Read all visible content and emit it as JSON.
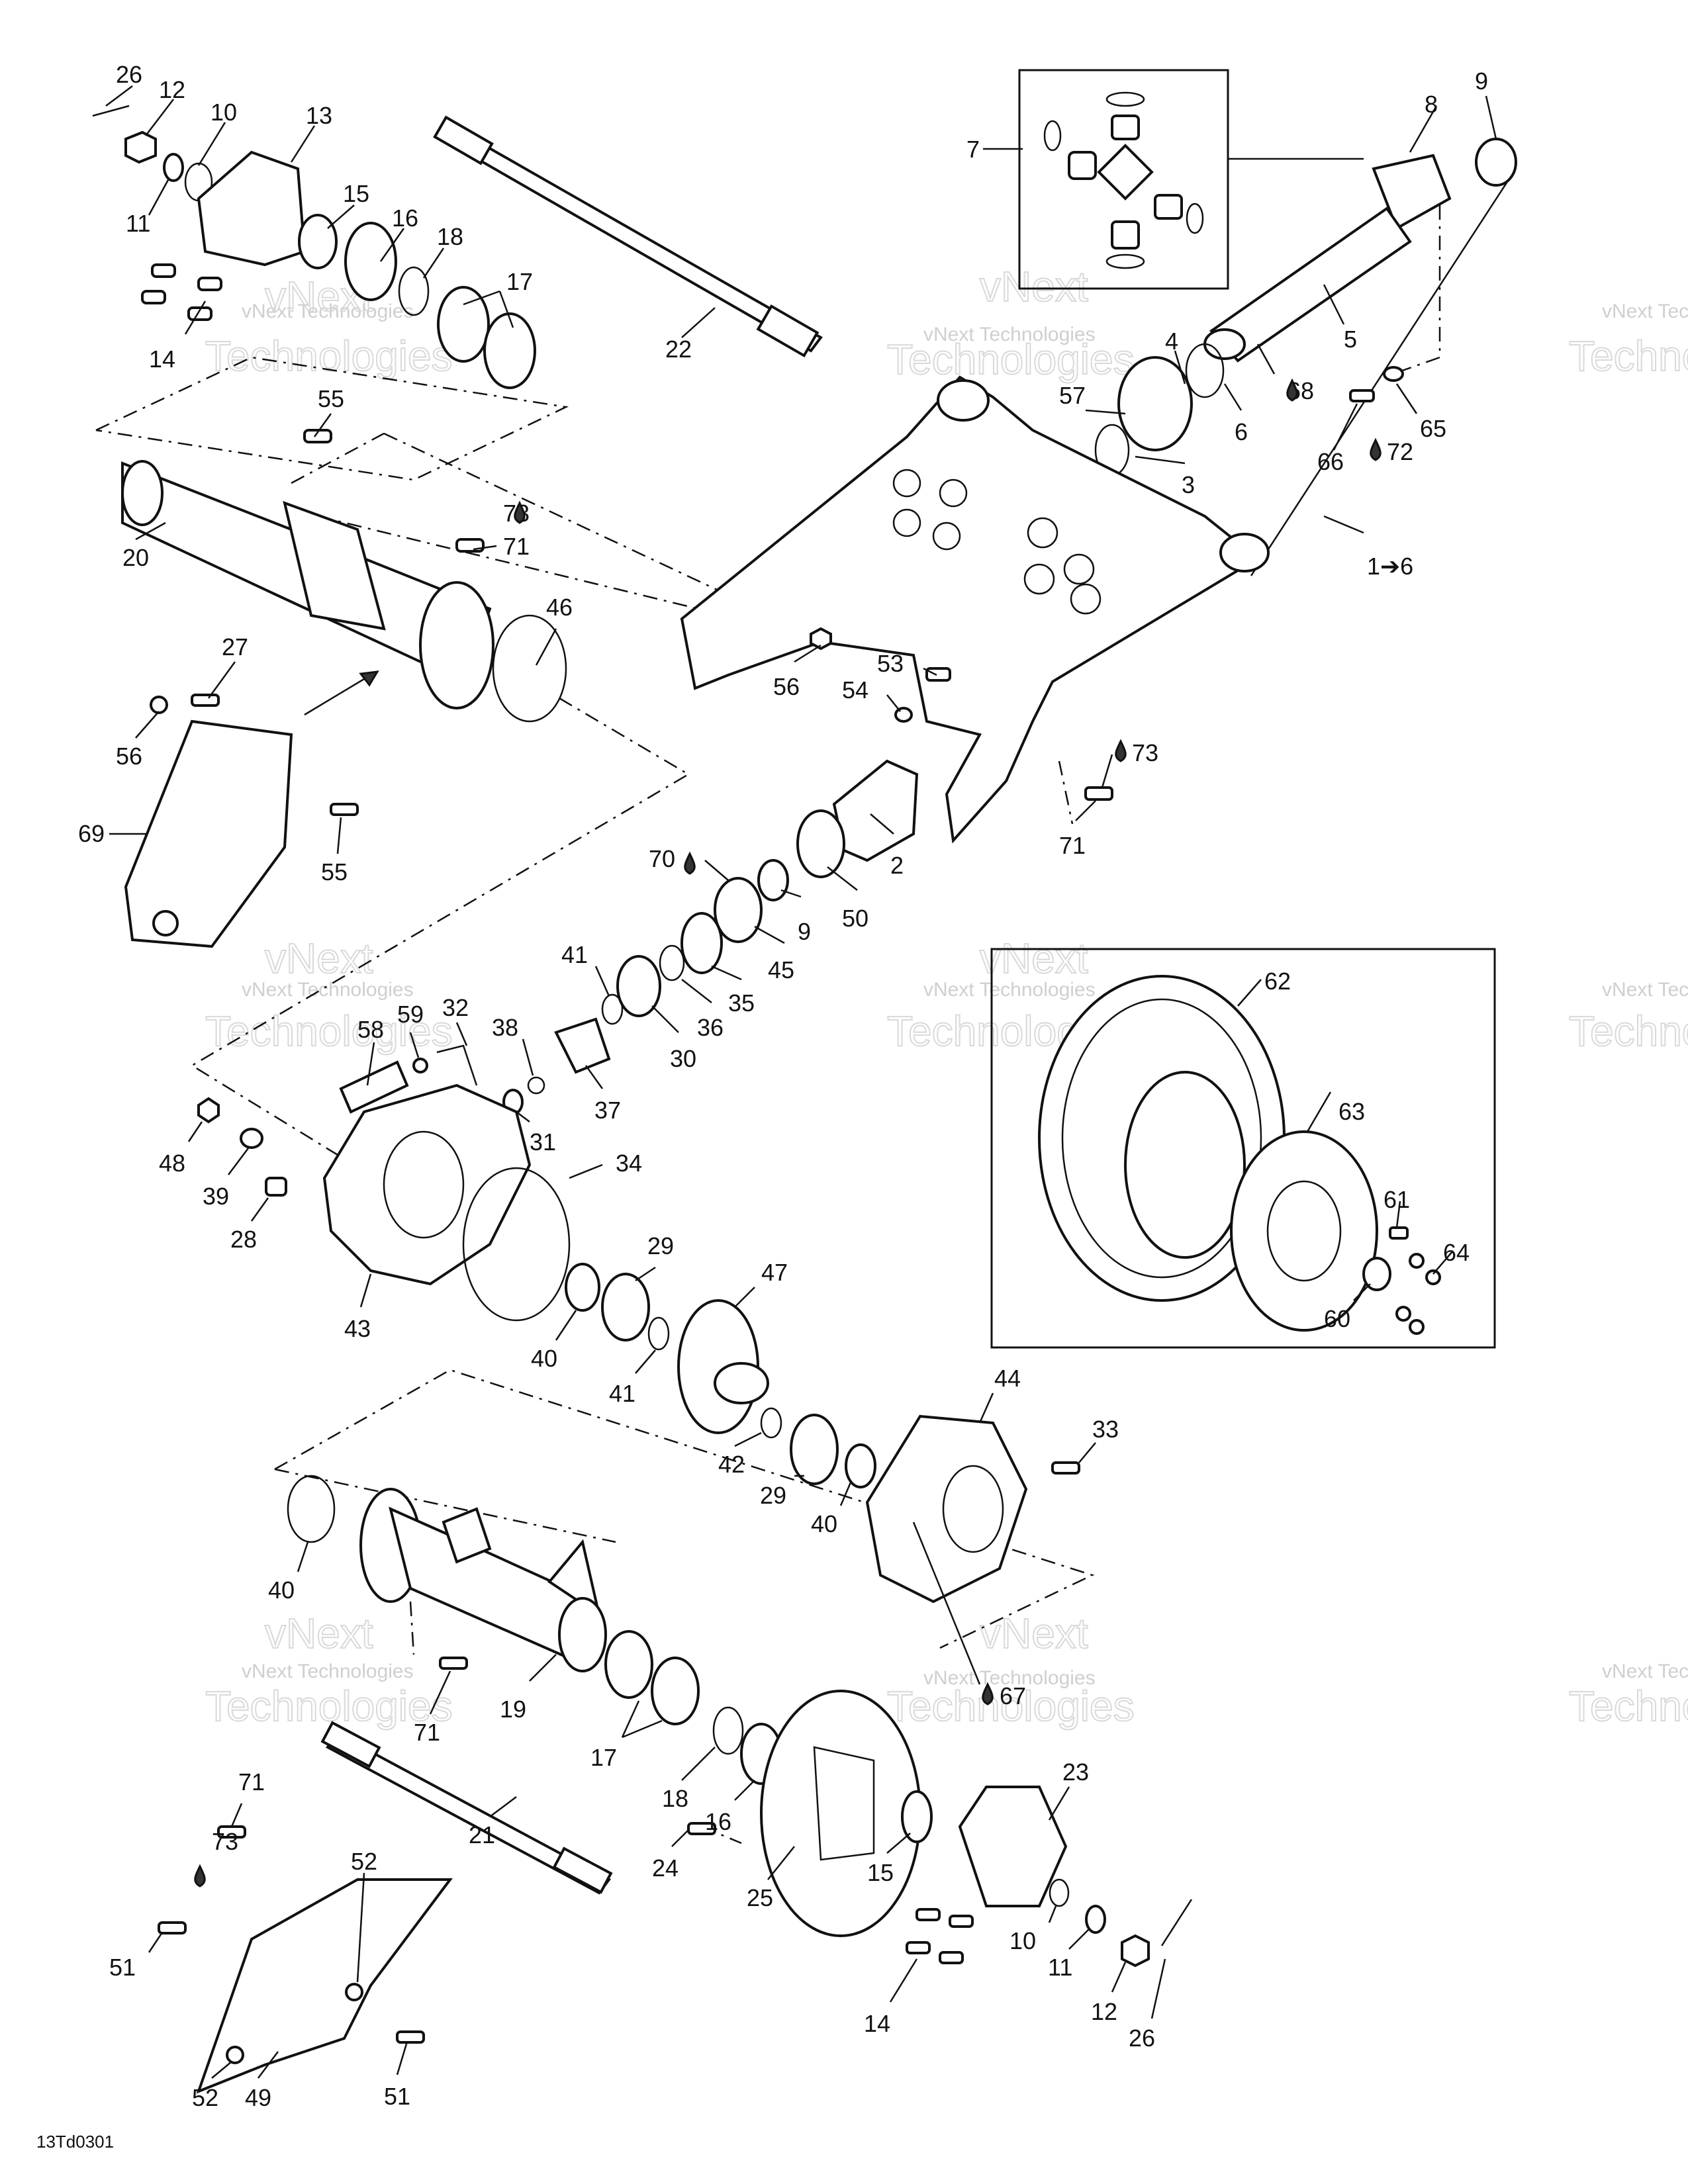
{
  "watermark": {
    "line1": "vNext Technologies",
    "line2": "vNext",
    "line3": "Technologies"
  },
  "figure_code": "13Td0301",
  "callouts": [
    {
      "id": "c26a",
      "text": "26"
    },
    {
      "id": "c12a",
      "text": "12"
    },
    {
      "id": "c10a",
      "text": "10"
    },
    {
      "id": "c13",
      "text": "13"
    },
    {
      "id": "c11a",
      "text": "11"
    },
    {
      "id": "c15a",
      "text": "15"
    },
    {
      "id": "c16a",
      "text": "16"
    },
    {
      "id": "c18a",
      "text": "18"
    },
    {
      "id": "c17a",
      "text": "17"
    },
    {
      "id": "c14a",
      "text": "14"
    },
    {
      "id": "c22",
      "text": "22"
    },
    {
      "id": "c55a",
      "text": "55"
    },
    {
      "id": "c20",
      "text": "20"
    },
    {
      "id": "c73a",
      "text": "73"
    },
    {
      "id": "c71a",
      "text": "71"
    },
    {
      "id": "c46",
      "text": "46"
    },
    {
      "id": "c27",
      "text": "27"
    },
    {
      "id": "c56a",
      "text": "56"
    },
    {
      "id": "c69",
      "text": "69"
    },
    {
      "id": "c55b",
      "text": "55"
    },
    {
      "id": "c7",
      "text": "7"
    },
    {
      "id": "c8",
      "text": "8"
    },
    {
      "id": "c9a",
      "text": "9"
    },
    {
      "id": "c4",
      "text": "4"
    },
    {
      "id": "c5",
      "text": "5"
    },
    {
      "id": "c68",
      "text": "68"
    },
    {
      "id": "c57",
      "text": "57"
    },
    {
      "id": "c6",
      "text": "6"
    },
    {
      "id": "c65",
      "text": "65"
    },
    {
      "id": "c66",
      "text": "66"
    },
    {
      "id": "c72",
      "text": "72"
    },
    {
      "id": "c3",
      "text": "3"
    },
    {
      "id": "c1to6",
      "text": "1➔6"
    },
    {
      "id": "c56b",
      "text": "56"
    },
    {
      "id": "c53",
      "text": "53"
    },
    {
      "id": "c54",
      "text": "54"
    },
    {
      "id": "c73b",
      "text": "73"
    },
    {
      "id": "c71b",
      "text": "71"
    },
    {
      "id": "c2",
      "text": "2"
    },
    {
      "id": "c50",
      "text": "50"
    },
    {
      "id": "c9b",
      "text": "9"
    },
    {
      "id": "c70",
      "text": "70"
    },
    {
      "id": "c45",
      "text": "45"
    },
    {
      "id": "c35",
      "text": "35"
    },
    {
      "id": "c36",
      "text": "36"
    },
    {
      "id": "c30",
      "text": "30"
    },
    {
      "id": "c41a",
      "text": "41"
    },
    {
      "id": "c37",
      "text": "37"
    },
    {
      "id": "c38",
      "text": "38"
    },
    {
      "id": "c31",
      "text": "31"
    },
    {
      "id": "c32",
      "text": "32"
    },
    {
      "id": "c59",
      "text": "59"
    },
    {
      "id": "c58",
      "text": "58"
    },
    {
      "id": "c48",
      "text": "48"
    },
    {
      "id": "c39",
      "text": "39"
    },
    {
      "id": "c28",
      "text": "28"
    },
    {
      "id": "c34",
      "text": "34"
    },
    {
      "id": "c43",
      "text": "43"
    },
    {
      "id": "c29a",
      "text": "29"
    },
    {
      "id": "c40a",
      "text": "40"
    },
    {
      "id": "c41b",
      "text": "41"
    },
    {
      "id": "c47",
      "text": "47"
    },
    {
      "id": "c42",
      "text": "42"
    },
    {
      "id": "c29b",
      "text": "29"
    },
    {
      "id": "c40b",
      "text": "40"
    },
    {
      "id": "c44",
      "text": "44"
    },
    {
      "id": "c33",
      "text": "33"
    },
    {
      "id": "c67",
      "text": "67"
    },
    {
      "id": "c62",
      "text": "62"
    },
    {
      "id": "c63",
      "text": "63"
    },
    {
      "id": "c61",
      "text": "61"
    },
    {
      "id": "c64",
      "text": "64"
    },
    {
      "id": "c60",
      "text": "60"
    },
    {
      "id": "c40c",
      "text": "40"
    },
    {
      "id": "c19",
      "text": "19"
    },
    {
      "id": "c71c",
      "text": "71"
    },
    {
      "id": "c17b",
      "text": "17"
    },
    {
      "id": "c18b",
      "text": "18"
    },
    {
      "id": "c16b",
      "text": "16"
    },
    {
      "id": "c21",
      "text": "21"
    },
    {
      "id": "c71d",
      "text": "71"
    },
    {
      "id": "c73c",
      "text": "73"
    },
    {
      "id": "c24",
      "text": "24"
    },
    {
      "id": "c25",
      "text": "25"
    },
    {
      "id": "c15b",
      "text": "15"
    },
    {
      "id": "c23",
      "text": "23"
    },
    {
      "id": "c52a",
      "text": "52"
    },
    {
      "id": "c51a",
      "text": "51"
    },
    {
      "id": "c10b",
      "text": "10"
    },
    {
      "id": "c11b",
      "text": "11"
    },
    {
      "id": "c12b",
      "text": "12"
    },
    {
      "id": "c14b",
      "text": "14"
    },
    {
      "id": "c26b",
      "text": "26"
    },
    {
      "id": "c52b",
      "text": "52"
    },
    {
      "id": "c49",
      "text": "49"
    },
    {
      "id": "c51b",
      "text": "51"
    }
  ]
}
